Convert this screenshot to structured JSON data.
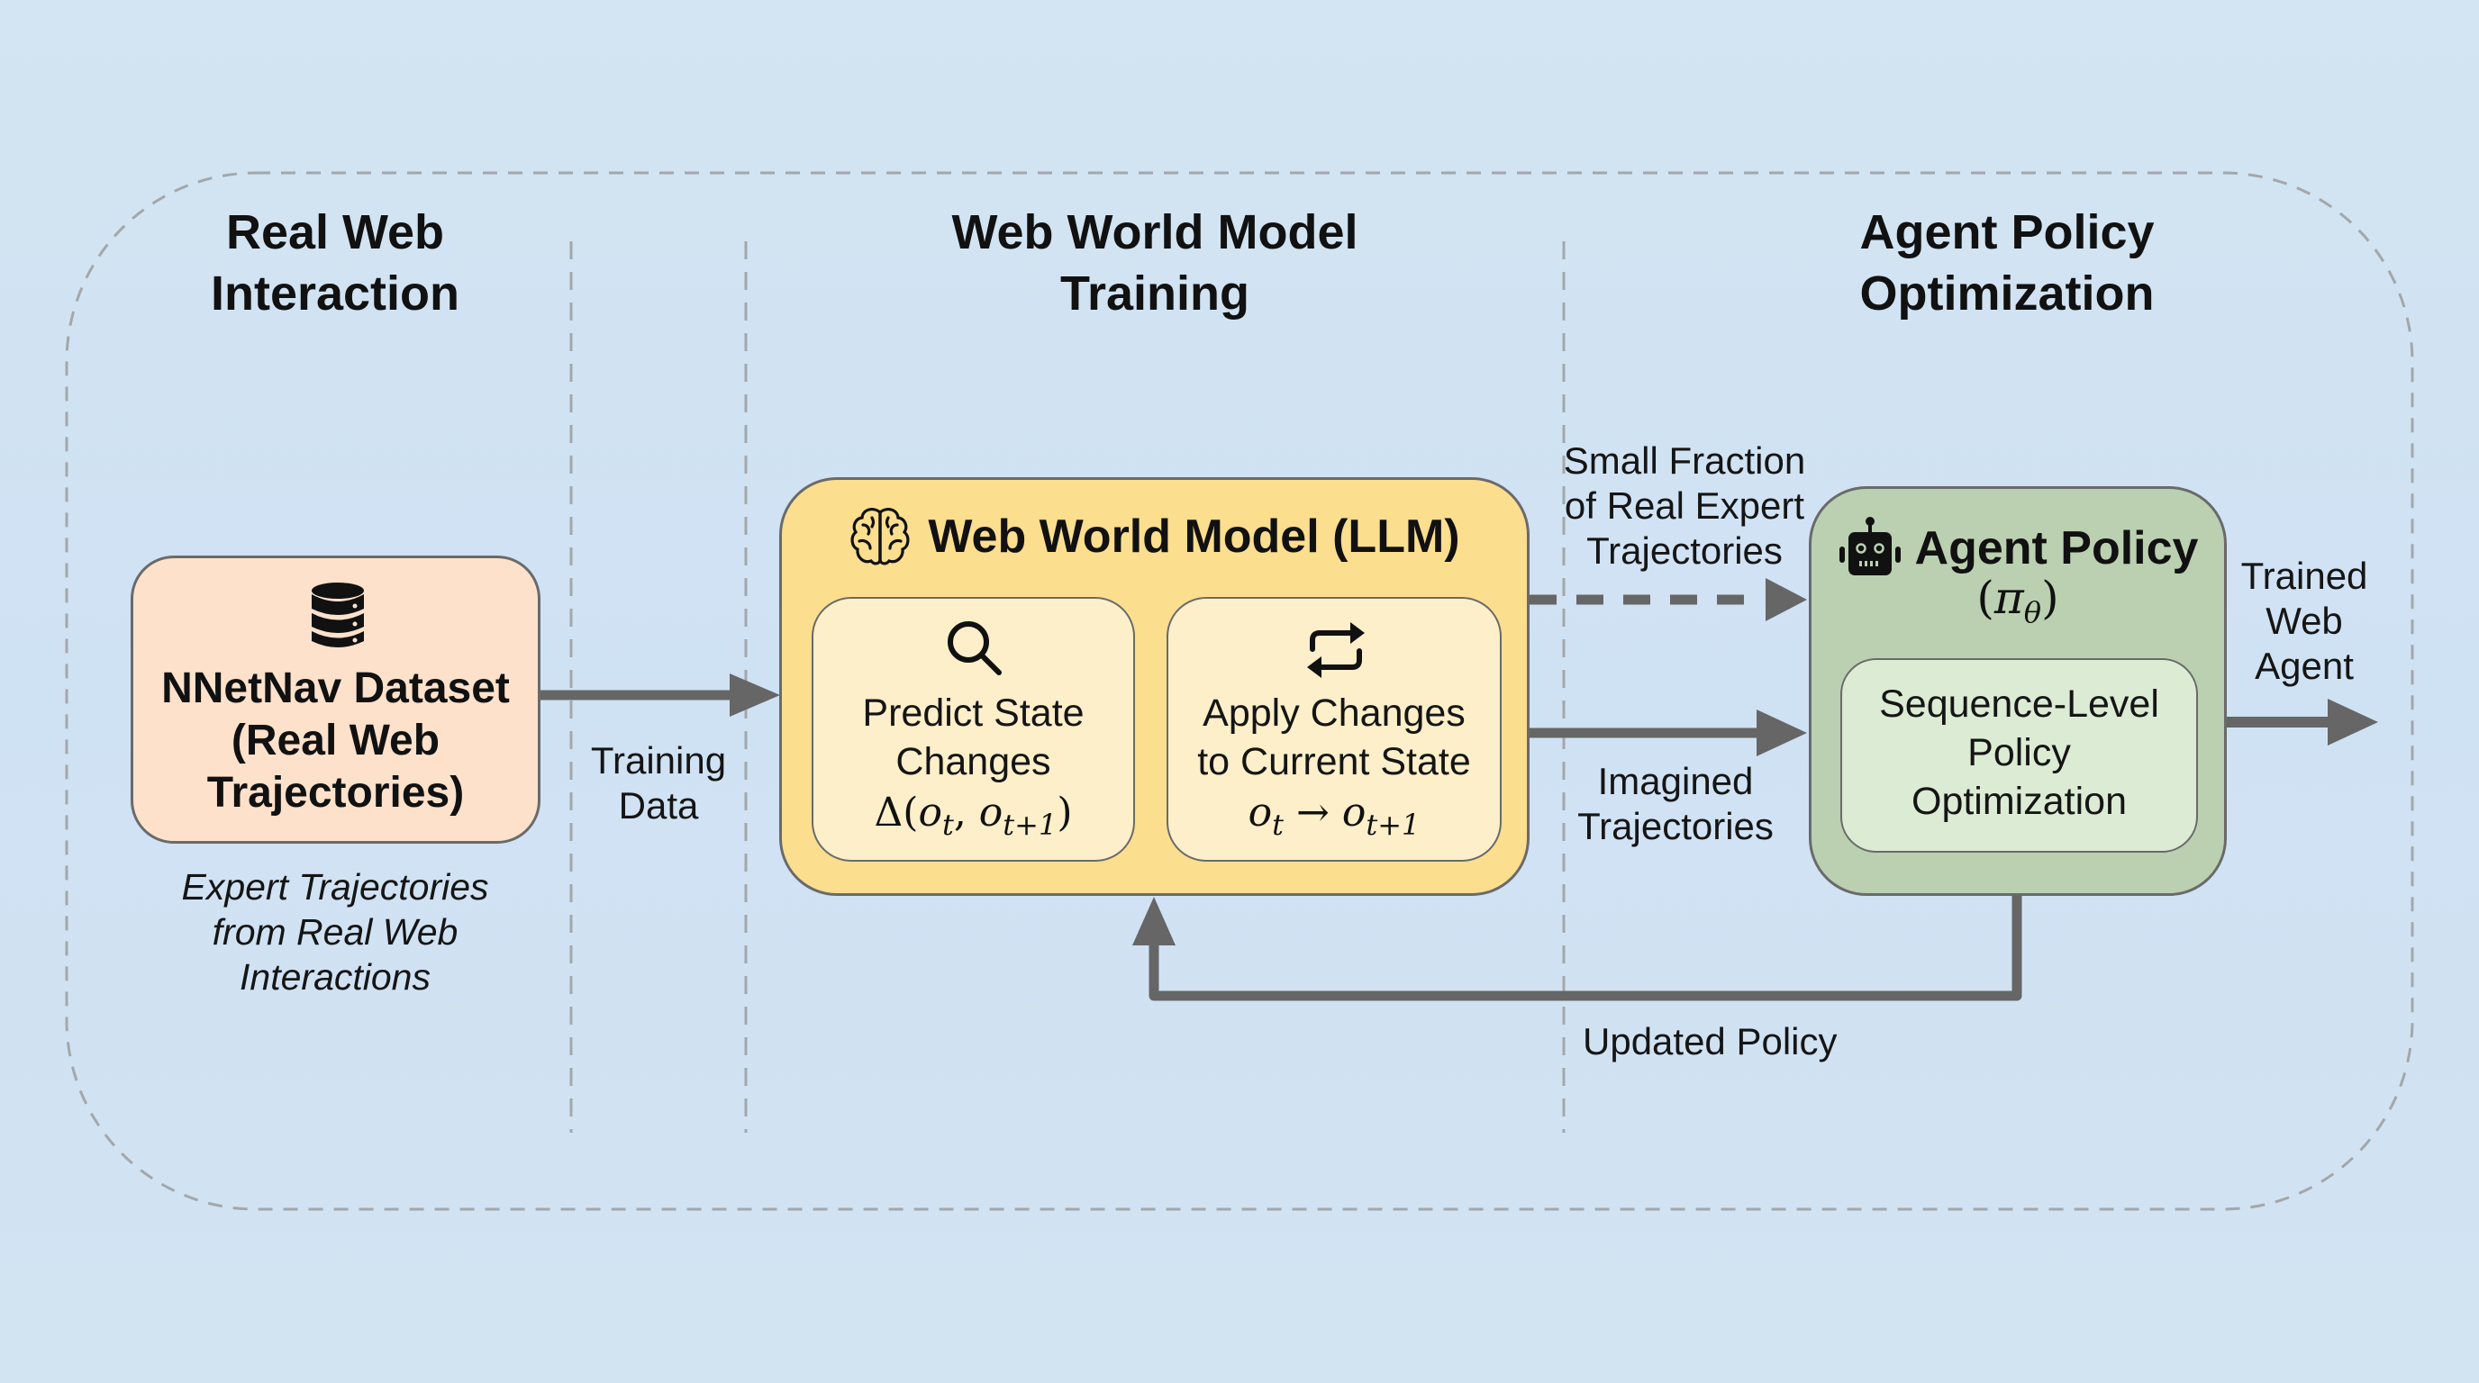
{
  "columns": [
    {
      "title_line1": "Real Web",
      "title_line2": "Interaction"
    },
    {
      "title_line1": "Web World Model",
      "title_line2": "Training"
    },
    {
      "title_line1": "Agent Policy",
      "title_line2": "Optimization"
    }
  ],
  "dataset": {
    "icon": "database-icon",
    "line1": "NNetNav Dataset",
    "line2": "(Real Web",
    "line3": "Trajectories)",
    "caption_line1": "Expert Trajectories",
    "caption_line2": "from Real Web",
    "caption_line3": "Interactions"
  },
  "training_arrow": {
    "line1": "Training",
    "line2": "Data"
  },
  "world_model": {
    "icon": "brain-icon",
    "title": "Web World Model (LLM)",
    "predict": {
      "icon": "search-icon",
      "line1": "Predict State",
      "line2": "Changes",
      "formula_delta": "Δ",
      "formula_open": "(",
      "o1": "o",
      "sub1": "t",
      "comma": ", ",
      "o2": "o",
      "sub2": "t+1",
      "formula_close": ")"
    },
    "apply": {
      "icon": "sync-arrows-icon",
      "line1": "Apply Changes",
      "line2": "to Current State",
      "o1": "o",
      "sub1": "t",
      "arrow": " → ",
      "o2": "o",
      "sub2": "t+1"
    }
  },
  "expert_arrow": {
    "line1": "Small Fraction",
    "line2": "of Real Expert",
    "line3": "Trajectories",
    "style": "dashed"
  },
  "imagined_arrow": {
    "line1": "Imagined",
    "line2": "Trajectories",
    "style": "solid"
  },
  "agent_policy": {
    "icon": "robot-icon",
    "title": "Agent Policy",
    "symbol_open": "(",
    "symbol_pi": "π",
    "symbol_sub": "θ",
    "symbol_close": ")",
    "inner_line1": "Sequence-Level",
    "inner_line2": "Policy",
    "inner_line3": "Optimization"
  },
  "output_arrow": {
    "line1": "Trained",
    "line2": "Web",
    "line3": "Agent"
  },
  "feedback_arrow": {
    "label": "Updated Policy"
  },
  "colors": {
    "background": "#cfe2f3",
    "dataset_box": "#fde1cb",
    "world_model_box": "#fbde8e",
    "world_model_inner": "#fcefc9",
    "agent_box": "#bad0b0",
    "agent_inner": "#dcebd4",
    "arrow": "#666666",
    "dashed_border": "#a3a7ab"
  }
}
